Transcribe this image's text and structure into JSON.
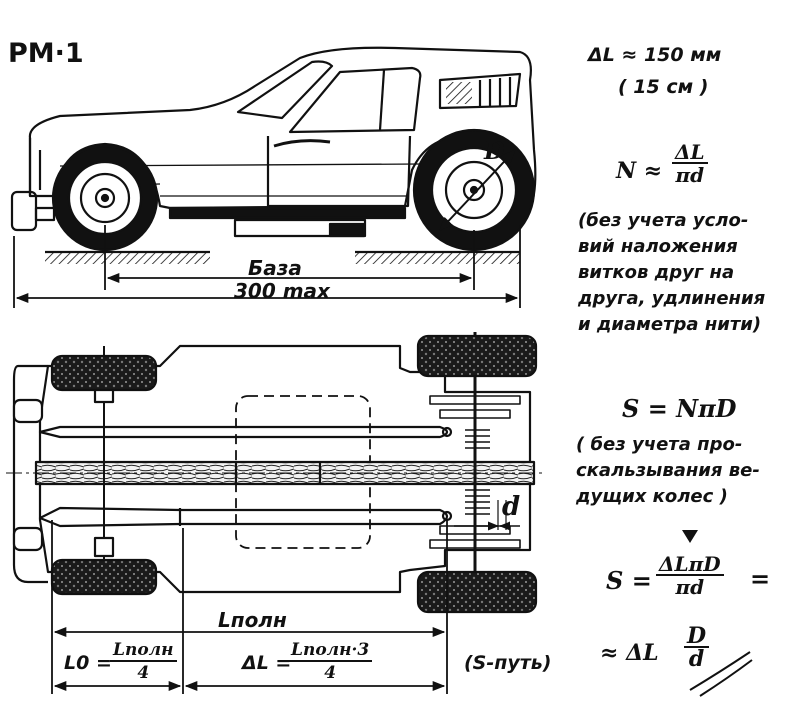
{
  "title": "PM·1",
  "formulas": {
    "delta_l": "ΔL ≈ 150 мм",
    "delta_l_cm": "( 15 см )",
    "n_lhs": "N ≈",
    "n_num": "ΔL",
    "n_den": "πd",
    "note1": [
      "(без учета усло-",
      "вий наложения",
      "витков друг на",
      "друга, удлинения",
      "и диаметра нити)"
    ],
    "s1": "S = NπD",
    "note2": [
      "( без учета про-",
      "скальзывания ве-",
      "дущих колес )"
    ],
    "s2_lhs": "S =",
    "s2_num": "ΔLπD",
    "s2_den": "πd",
    "s2_eq": "=",
    "s3_lhs": "≈ ΔL",
    "s3_num": "D",
    "s3_den": "d"
  },
  "labels": {
    "d_big": "D",
    "base": "База",
    "base_value": "300 max",
    "d_small": "d",
    "l_full": "Lполн",
    "l0_lhs": "L0 =",
    "l0_num": "Lполн",
    "l0_den": "4",
    "dl_lhs": "ΔL =",
    "dl_num": "Lполн·3",
    "dl_den": "4",
    "s_path": "(S-путь)"
  }
}
